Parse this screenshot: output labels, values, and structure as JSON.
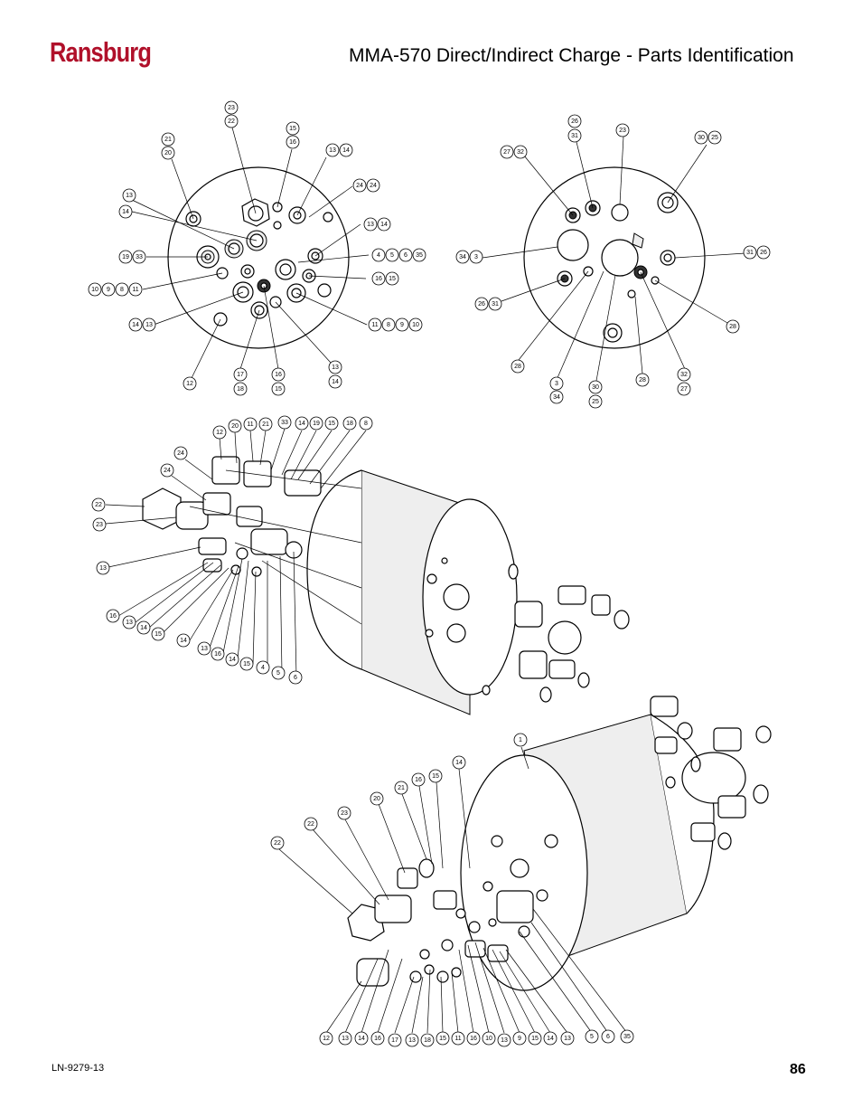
{
  "header": {
    "brand": "Ransburg",
    "title": "MMA-570 Direct/Indirect Charge - Parts Identification"
  },
  "footer": {
    "doc_code": "LN-9279-13",
    "page_number": "86"
  },
  "colors": {
    "brand_red": "#b0102a"
  },
  "figures": {
    "front_face_view": {
      "callouts": [
        "23",
        "22",
        "15",
        "16",
        "21",
        "20",
        "13",
        "14",
        "13",
        "14",
        "24",
        "24",
        "13",
        "14",
        "19",
        "33",
        "4",
        "5",
        "6",
        "35",
        "10",
        "9",
        "8",
        "11",
        "16",
        "15",
        "14",
        "13",
        "11",
        "8",
        "9",
        "10",
        "12",
        "17",
        "18",
        "16",
        "15",
        "13",
        "14"
      ]
    },
    "rear_face_view": {
      "callouts": [
        "26",
        "31",
        "23",
        "27",
        "32",
        "30",
        "25",
        "34",
        "3",
        "31",
        "26",
        "26",
        "31",
        "28",
        "28",
        "3",
        "34",
        "30",
        "25",
        "28",
        "32",
        "27"
      ]
    },
    "exploded_rear_view": {
      "callouts": [
        "12",
        "20",
        "11",
        "21",
        "33",
        "14",
        "19",
        "15",
        "18",
        "8",
        "24",
        "24",
        "22",
        "23",
        "13",
        "16",
        "13",
        "14",
        "15",
        "14",
        "13",
        "16",
        "14",
        "15",
        "4",
        "5",
        "6"
      ]
    },
    "exploded_front_view": {
      "callouts": [
        "1",
        "14",
        "16",
        "15",
        "21",
        "20",
        "23",
        "22",
        "22",
        "12",
        "13",
        "14",
        "16",
        "17",
        "13",
        "18",
        "15",
        "11",
        "16",
        "10",
        "13",
        "9",
        "15",
        "14",
        "13",
        "5",
        "6",
        "35"
      ]
    }
  }
}
